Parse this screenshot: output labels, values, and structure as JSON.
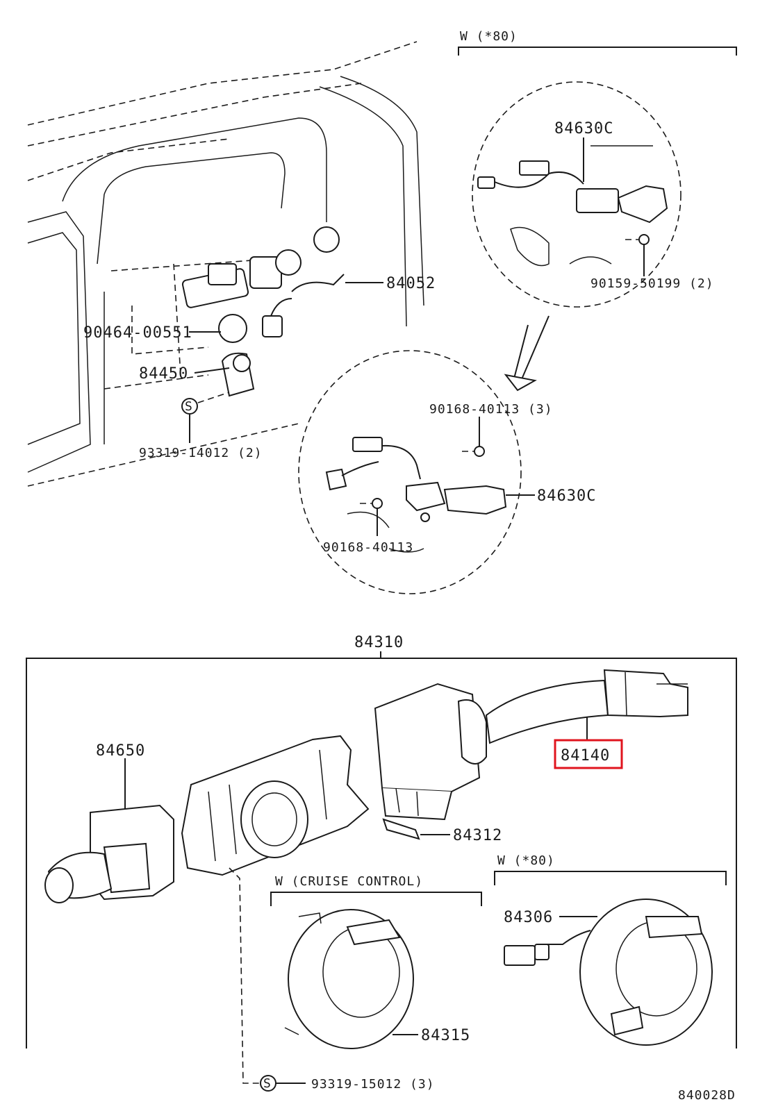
{
  "labels": {
    "w80_top": "W (*80)",
    "p84630c_top": "84630C",
    "p84052": "84052",
    "p90159": "90159-50199 (2)",
    "p90464": "90464-00551",
    "p84450": "84450",
    "s_mark": "S",
    "p93319_14012": "93319-14012 (2)",
    "p90168_40113_3": "90168-40113 (3)",
    "p84630c_mid": "84630C",
    "p90168_40113": "90168-40113",
    "p84310": "84310",
    "p84140": "84140",
    "p84650": "84650",
    "p84312": "84312",
    "w80_bottom": "W (*80)",
    "cruise": "W (CRUISE CONTROL)",
    "p84306": "84306",
    "p84315": "84315",
    "s_mark2": "S",
    "p93319_15012": "93319-15012 (3)",
    "diagram_id": "840028D"
  },
  "colors": {
    "ink": "#1a1a1a",
    "highlight": "#e0141e",
    "background": "#ffffff"
  },
  "highlighted_part": "84140"
}
